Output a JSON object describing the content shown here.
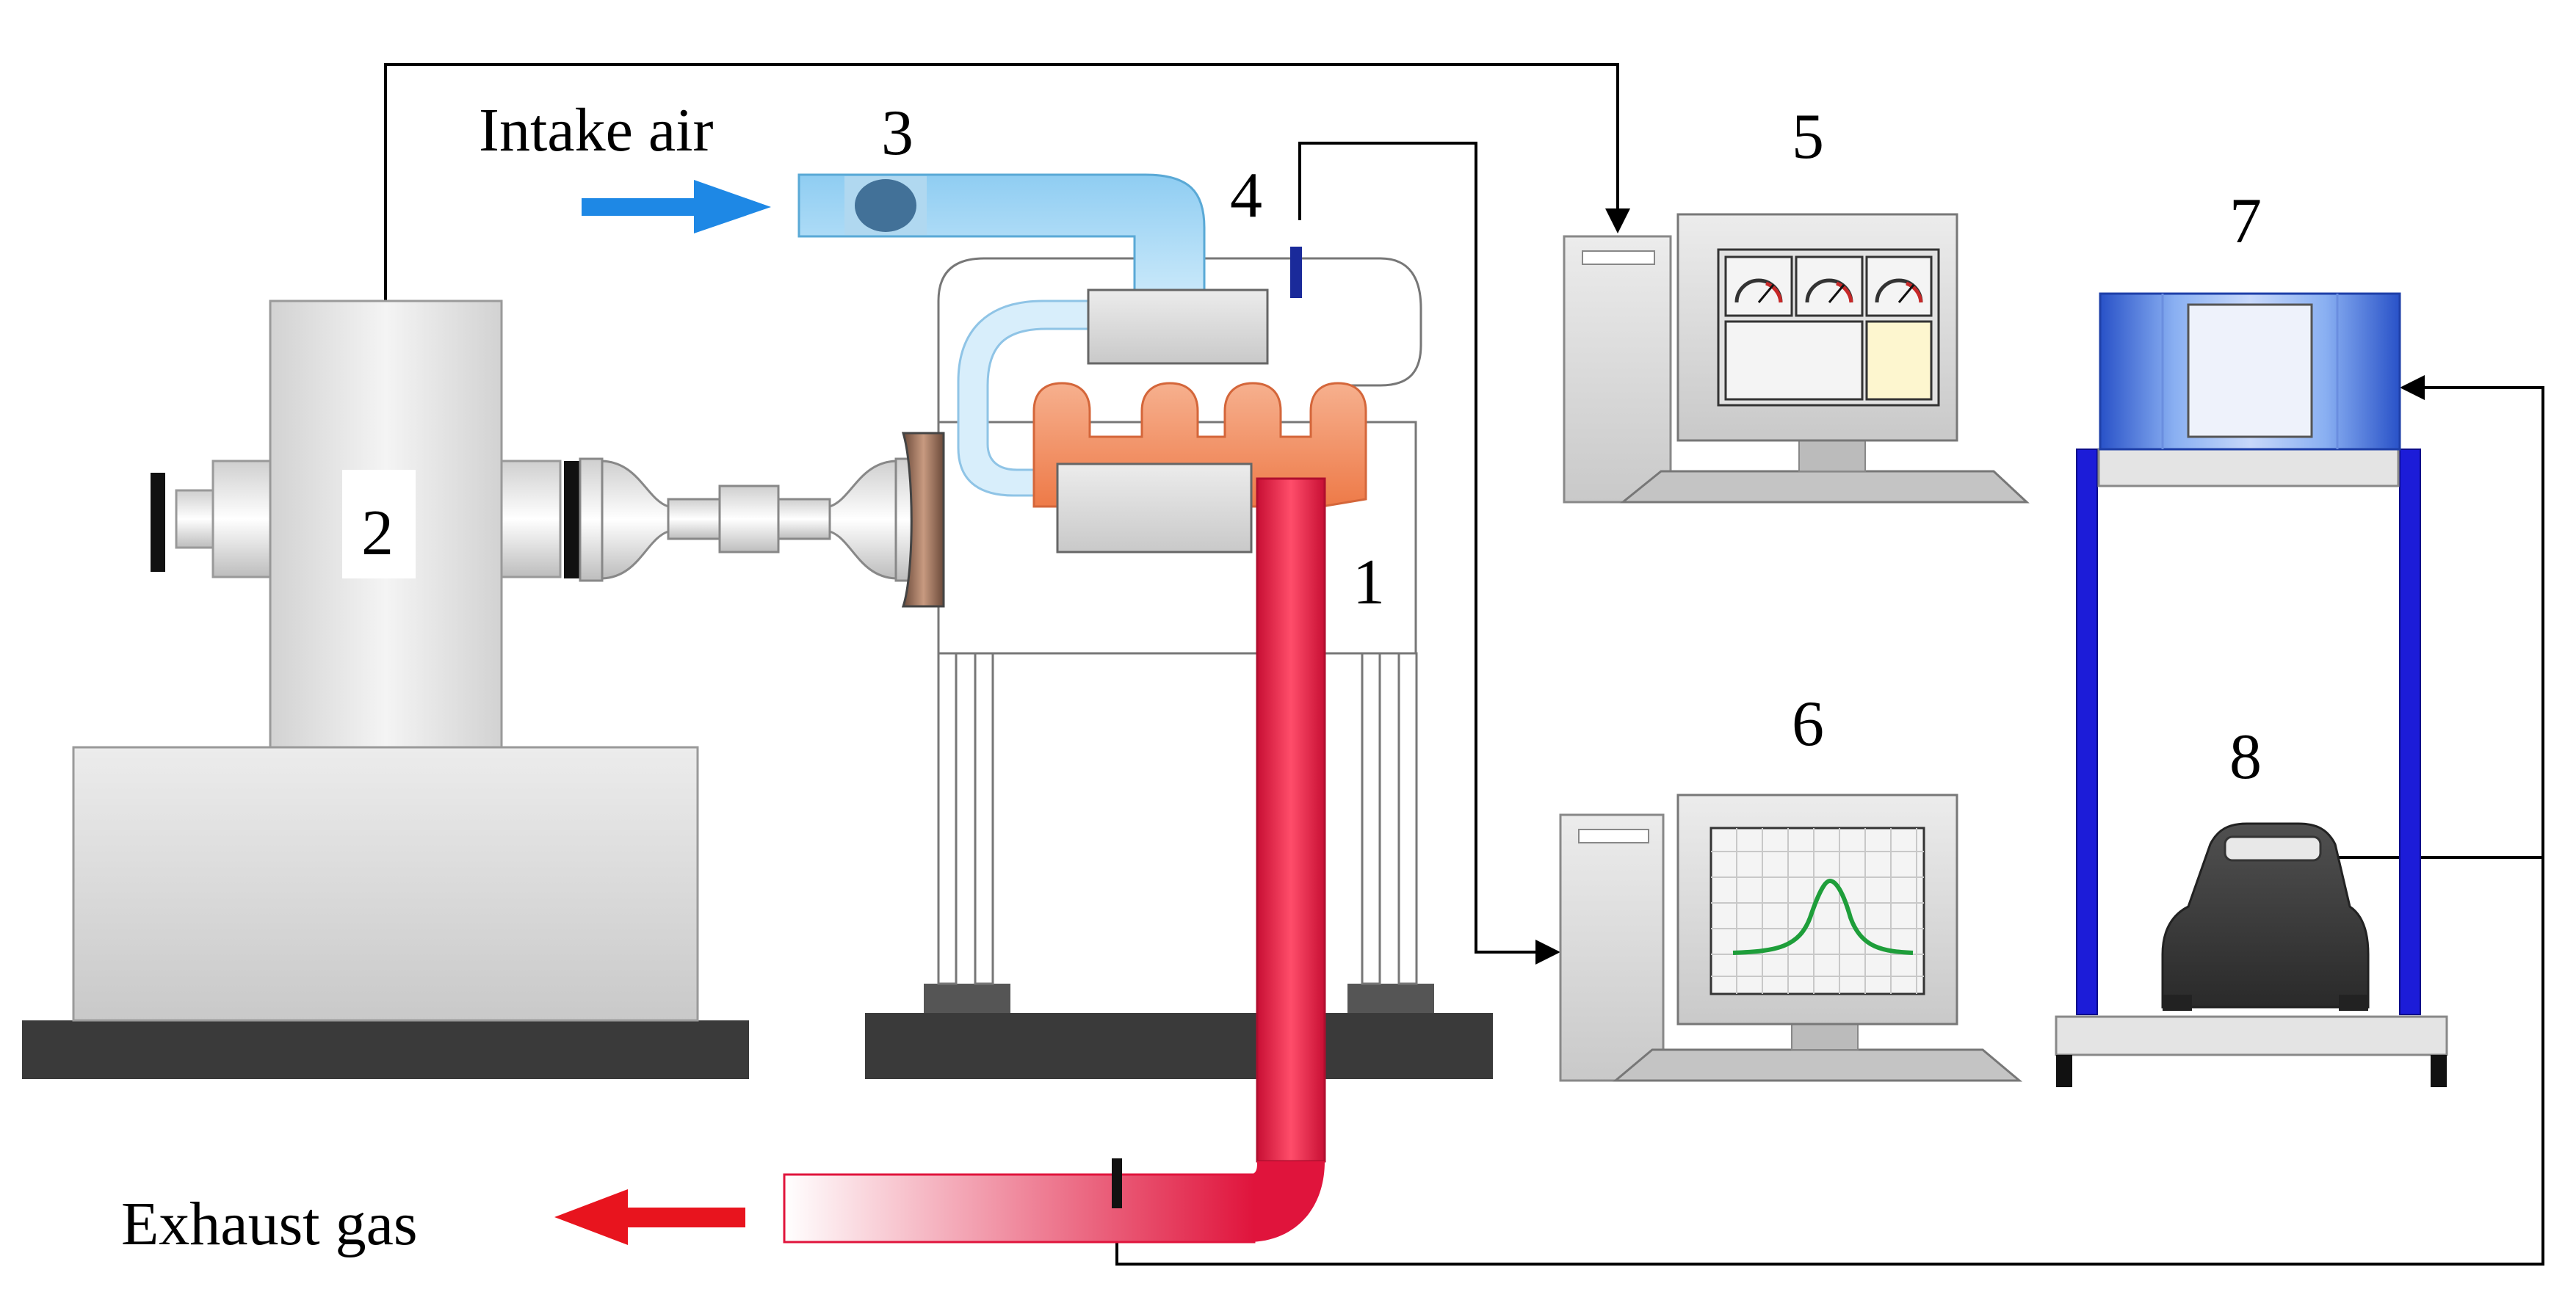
{
  "labels": {
    "intake_air": "Intake air",
    "exhaust_gas": "Exhaust gas",
    "engine": "1",
    "dynamometer": "2",
    "intake_component": "3",
    "intake_sensor": "4",
    "computer_top": "5",
    "computer_bottom": "6",
    "analyzer": "7",
    "device": "8"
  },
  "colors": {
    "intake_arrow": "#1e88e5",
    "exhaust_arrow": "#e8141e",
    "intake_pipe": "#9fd3f3",
    "exhaust_pipe": "#e0143c",
    "manifold": "#f08a60",
    "analyzer_blue": "#2f5fd8",
    "frame_blue": "#1c1cd8",
    "base": "#3a3a3a",
    "signal_line": "#000000",
    "trace_green": "#1e9e3a"
  },
  "icons": [
    "intake-arrow-icon",
    "exhaust-arrow-icon",
    "gauge-icon",
    "waveform-icon"
  ]
}
